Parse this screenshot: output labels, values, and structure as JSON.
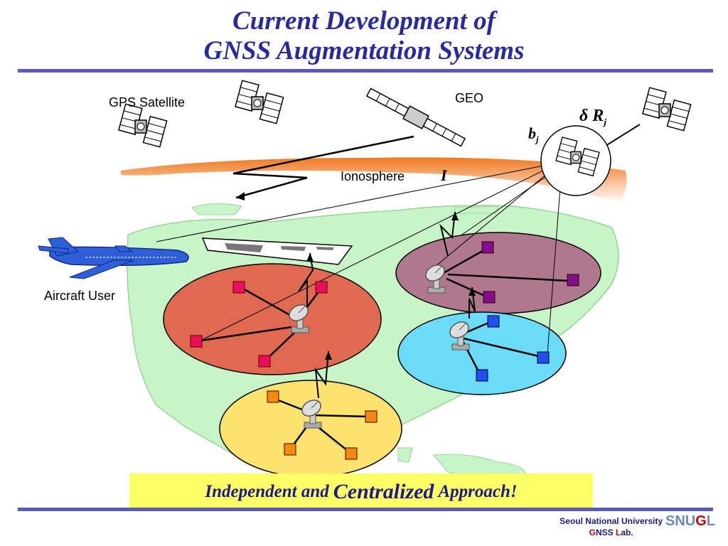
{
  "slide": {
    "title_line1": "Current Development of",
    "title_line2": "GNSS Augmentation Systems"
  },
  "labels": {
    "gps_satellite": "GPS Satellite",
    "geo": "GEO",
    "ionosphere": "Ionosphere",
    "ionosphere_symbol": "I",
    "aircraft_user": "Aircraft User",
    "clock_bias_symbol": "b",
    "clock_bias_subscript": "j",
    "orbit_error_symbol": "δ R",
    "orbit_error_subscript": "j"
  },
  "banner": {
    "part1": "Independent  and",
    "part2": "Centralized",
    "part3": "Approach!"
  },
  "footer": {
    "university": "Seoul National University",
    "lab_g": "G",
    "lab_nss": "NSS ",
    "lab_l": "L",
    "lab_ab": "ab.",
    "logo_snu": "SNU",
    "logo_g": "G",
    "logo_l": "L"
  },
  "colors": {
    "title": "#2a2aa0",
    "rule": "#5a5ab8",
    "region_red": "#e06a50",
    "region_purple": "#b0788c",
    "region_blue": "#6adcf8",
    "region_yellow": "#fce26e",
    "banner_bg": "#ffff66"
  }
}
